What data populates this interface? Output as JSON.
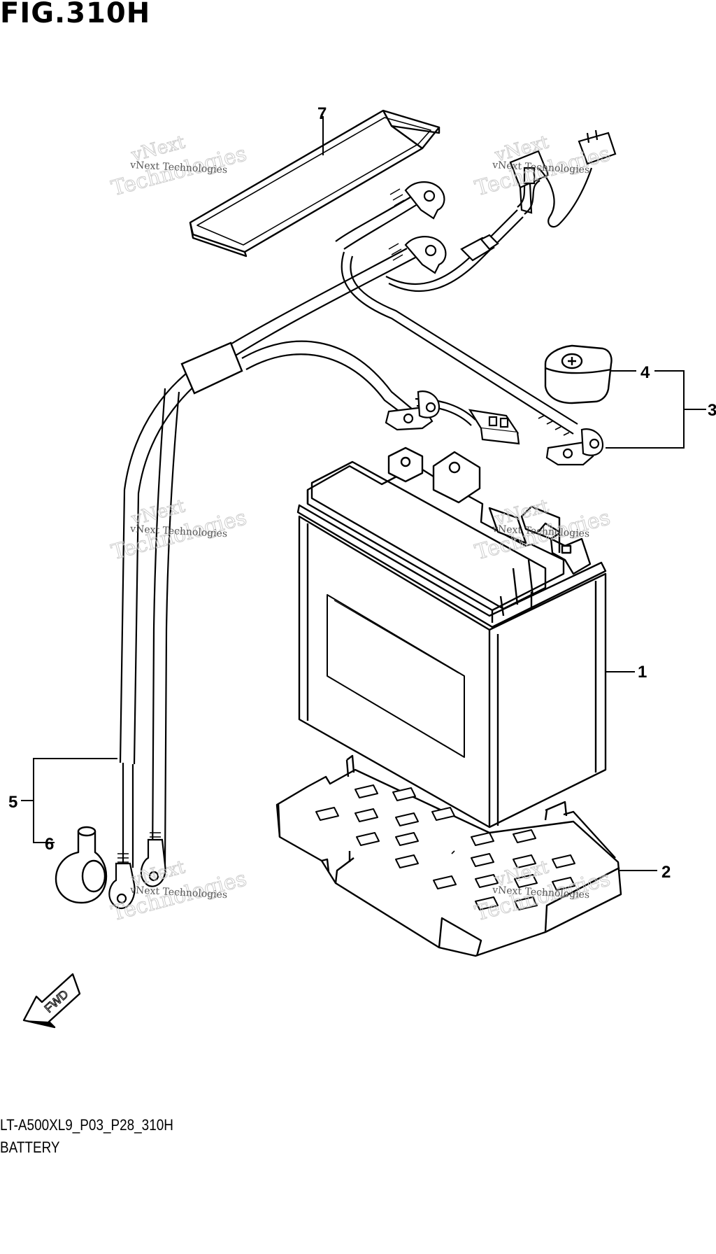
{
  "figure": {
    "title": "FIG.310H"
  },
  "footer": {
    "code": "LT-A500XL9_P03_P28_310H",
    "name": "BATTERY"
  },
  "fwd_label": "FWD",
  "watermark": {
    "line1": "vNext",
    "line2": "Technologies",
    "small": "vNext Technologies"
  },
  "callouts": [
    {
      "id": "1",
      "label": "1"
    },
    {
      "id": "2",
      "label": "2"
    },
    {
      "id": "3",
      "label": "3"
    },
    {
      "id": "4",
      "label": "4"
    },
    {
      "id": "5",
      "label": "5"
    },
    {
      "id": "6",
      "label": "6"
    },
    {
      "id": "7",
      "label": "7"
    }
  ]
}
